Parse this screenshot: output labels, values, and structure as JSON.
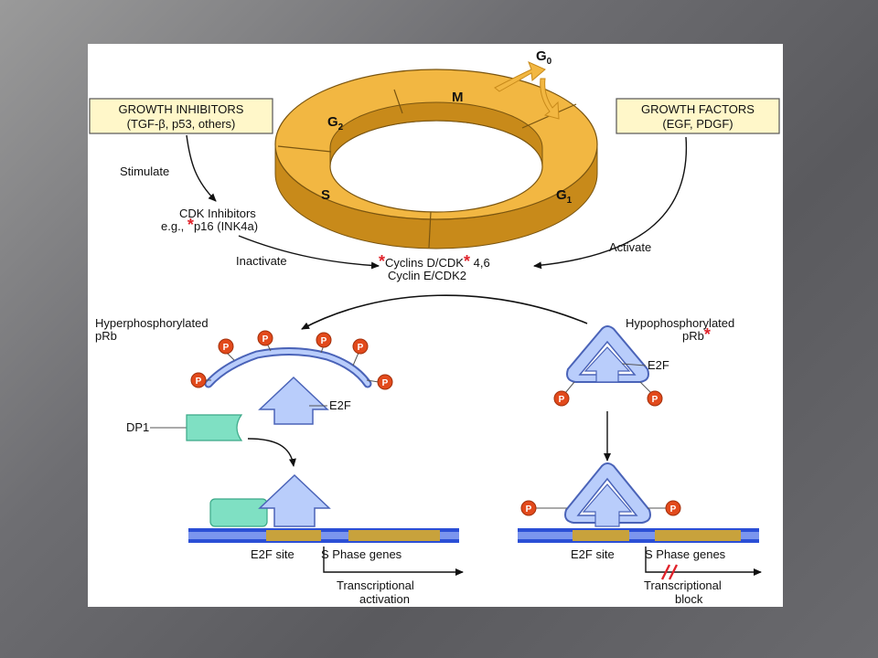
{
  "colors": {
    "ring": "#f2b742",
    "ring_dark": "#c88a1a",
    "box": "#fff7c9",
    "box_border": "#555555",
    "star": "#e0232b",
    "phospho": "#e24a1c",
    "protein": "#b9cdfb",
    "protein_stroke": "#4a63b8",
    "dp1": "#7fe0c3",
    "dna_blue": "#2b4fd6",
    "dna_gold": "#c8a23c"
  },
  "cell_cycle": {
    "m": "M",
    "g2_base": "G",
    "g2_sub": "2",
    "s": "S",
    "g1_base": "G",
    "g1_sub": "1",
    "g0_base": "G",
    "g0_sub": "0"
  },
  "inhibitors_box": {
    "line1": "GROWTH INHIBITORS",
    "line2": "(TGF-β, p53, others)"
  },
  "factors_box": {
    "line1": "GROWTH FACTORS",
    "line2": "(EGF, PDGF)"
  },
  "labels": {
    "stimulate": "Stimulate",
    "cdk_inhib_1": "CDK Inhibitors",
    "cdk_inhib_2a": "e.g., ",
    "star": "*",
    "cdk_inhib_2b": "p16 (INK4a)",
    "inactivate": "Inactivate",
    "activate": "Activate",
    "cyclins_1a": "Cyclins D/CDK",
    "cyclins_1b": " 4,6",
    "cyclins_2": "Cyclin E/CDK2",
    "hyper_1": "Hyperphosphorylated",
    "hyper_2": "pRb",
    "hypo_1": "Hypophosphorylated",
    "hypo_2": "pRb",
    "e2f": "E2F",
    "dp1": "DP1",
    "p": "P",
    "e2f_site": "E2F site",
    "s_phase_genes": "S Phase genes",
    "tx_act_1": "Transcriptional",
    "tx_act_2": "activation",
    "tx_block_1": "Transcriptional",
    "tx_block_2": "block"
  }
}
